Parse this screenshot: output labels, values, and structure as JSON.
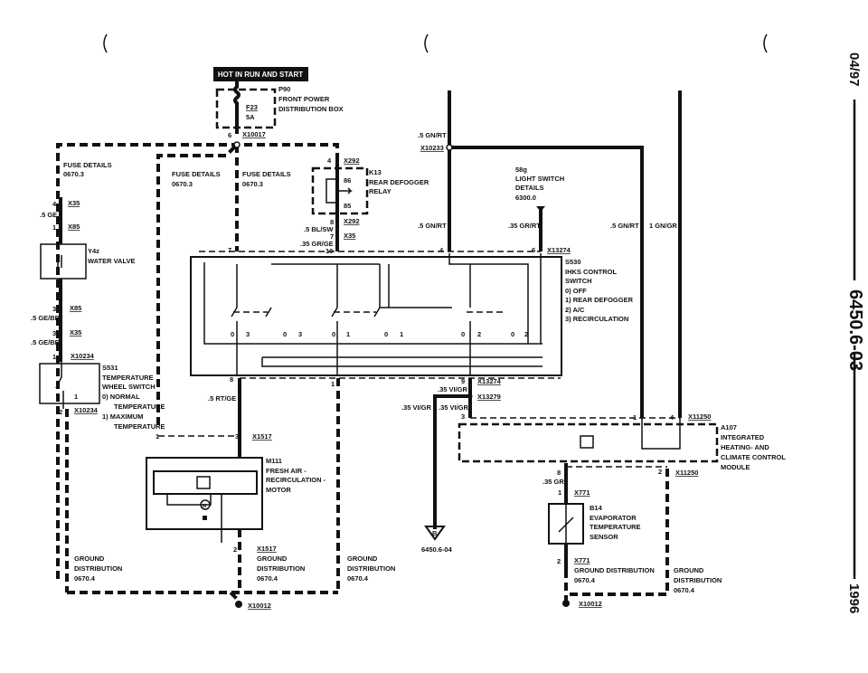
{
  "header": {
    "hot_label": "HOT IN RUN AND START"
  },
  "fuse_box": {
    "id": "P90",
    "line1": "FRONT POWER",
    "line2": "DISTRIBUTION BOX",
    "fuse": "F23",
    "rating": "5A",
    "pin": "6",
    "connector": "X10017"
  },
  "fuse_details": [
    {
      "label": "FUSE DETAILS",
      "ref": "0670.3"
    },
    {
      "label": "FUSE DETAILS",
      "ref": "0670.3"
    },
    {
      "label": "FUSE DETAILS",
      "ref": "0670.3"
    }
  ],
  "relay": {
    "id": "K13",
    "line1": "REAR DEFOGGER",
    "line2": "RELAY",
    "pin_top": "86",
    "pin_bottom": "85",
    "conn_top_pin": "4",
    "conn_top": "X292",
    "conn_bot_pin": "8",
    "conn_bot": "X292",
    "wire1": ".5 BL/SW",
    "x35_pin": "7",
    "x35": "X35",
    "wire2": ".35 GR/GE",
    "pin10": "10"
  },
  "water_valve": {
    "id": "Y4z",
    "name": "WATER VALVE",
    "x35_pin": "4",
    "x35": "X35",
    "wire": ".5 GE",
    "x85_pin": "1",
    "x85": "X85",
    "x85b_pin": "3",
    "x85b": "X85",
    "wire2": ".5 GE/BR",
    "x35b_pin": "3",
    "x35b": "X35",
    "wire3": ".5 GE/BR"
  },
  "temp_switch": {
    "conn_pin": "1",
    "conn": "X10234",
    "id": "S531",
    "line1": "TEMPERATURE",
    "line2": "WHEEL SWITCH",
    "opt0": "0)  NORMAL",
    "opt0b": "TEMPERATURE",
    "opt1": "1)  MAXIMUM",
    "opt1b": "TEMPERATURE",
    "pos0": "0",
    "pos1": "1",
    "out_pin": "2",
    "out_conn": "X10234"
  },
  "right_wires": {
    "w1": ".5 GN/RT",
    "x10233": "X10233",
    "w2": ".5 GN/RT",
    "w3": ".35 GR/RT",
    "w4": ".5 GN/RT",
    "w5": "1 GN/GR"
  },
  "light_switch": {
    "id": "58g",
    "line1": "LIGHT SWITCH",
    "line2": "DETAILS",
    "ref": "6300.0"
  },
  "ihks": {
    "pin7": "7",
    "pin4": "4",
    "pin6": "6",
    "conn": "X13274",
    "id": "S530",
    "line1": "IHKS CONTROL",
    "line2": "SWITCH",
    "opt0": "0)   OFF",
    "opt1": "1)   REAR DEFOGGER",
    "opt2": "2)   A/C",
    "opt3": "3)   RECIRCULATION",
    "pos": [
      "0",
      "3",
      "0",
      "3",
      "0",
      "1",
      "0",
      "1",
      "0",
      "2",
      "0",
      "2"
    ],
    "pin8": "8",
    "pin1": "1",
    "wire_rtge": ".5 RT/GE",
    "pin9": "9",
    "conn9": "X13274",
    "wire_vigr1": ".35 VI/GR",
    "x13279": "X13279",
    "wire_vigr2": ".35 VI/GR",
    "wire_vigr3": ".35 VI/GR",
    "pin3": "3"
  },
  "motor": {
    "pin1": "1",
    "pin3": "3",
    "conn": "X1517",
    "id": "M111",
    "line1": "FRESH AIR -",
    "line2": "RECIRCULATION -",
    "line3": "MOTOR",
    "m": "M",
    "gnd_pin": "2",
    "gnd_conn": "X1517",
    "gnd1": "GROUND",
    "gnd2": "DISTRIBUTION",
    "gnd3": "0670.4"
  },
  "module": {
    "pin1": "1",
    "pin4": "4",
    "conn": "X11250",
    "id": "A107",
    "line1": "INTEGRATED",
    "line2": "HEATING- AND",
    "line3": "CLIMATE CONTROL",
    "line4": "MODULE",
    "pin8": "8",
    "wire": ".35 GR",
    "pin2": "2",
    "conn2": "X11250"
  },
  "sensor": {
    "pin1": "1",
    "conn": "X771",
    "id": "B14",
    "line1": "EVAPORATOR",
    "line2": "TEMPERATURE",
    "line3": "SENSOR",
    "pin2": "2",
    "conn2": "X771",
    "gnd1": "GROUND DISTRIBUTION",
    "gnd2": "0670.4",
    "rgnd1": "GROUND",
    "rgnd2": "DISTRIBUTION",
    "rgnd3": "0670.4",
    "ground": "X10012"
  },
  "offpage": {
    "letter": "B",
    "ref": "6450.6-04"
  },
  "left_ground": {
    "l1": "GROUND",
    "l2": "DISTRIBUTION",
    "l3": "0670.4",
    "mid1": "GROUND",
    "mid2": "DISTRIBUTION",
    "mid3": "0670.4",
    "ground": "X10012"
  },
  "side": {
    "date": "04/97",
    "page": "6450.6-03",
    "year": "1996"
  }
}
